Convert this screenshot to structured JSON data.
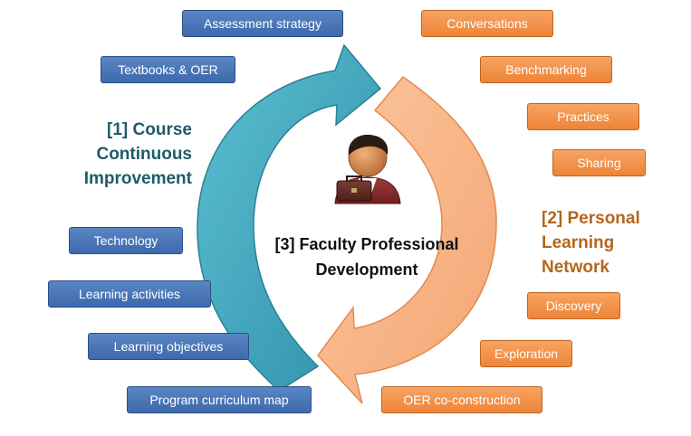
{
  "course_cycle": {
    "title": [
      "[1] Course",
      "Continuous",
      "Improvement"
    ],
    "items": [
      "Assessment strategy",
      "Textbooks & OER",
      "Technology",
      "Learning activities",
      "Learning objectives",
      "Program curriculum map"
    ],
    "color": "#3fa7bd"
  },
  "network_cycle": {
    "title": [
      "[2] Personal",
      "Learning",
      "Network"
    ],
    "items": [
      "Conversations",
      "Benchmarking",
      "Practices",
      "Sharing",
      "Discovery",
      "Exploration",
      "OER co-construction"
    ],
    "color": "#f8b88a"
  },
  "center": {
    "title": [
      "[3] Faculty Professional",
      "Development"
    ],
    "icon": "businessman-with-briefcase-icon"
  },
  "colors": {
    "blue_box": "#4a78b8",
    "orange_box": "#f0903f",
    "course_text": "#1f5b6a",
    "network_text": "#b5651d"
  }
}
